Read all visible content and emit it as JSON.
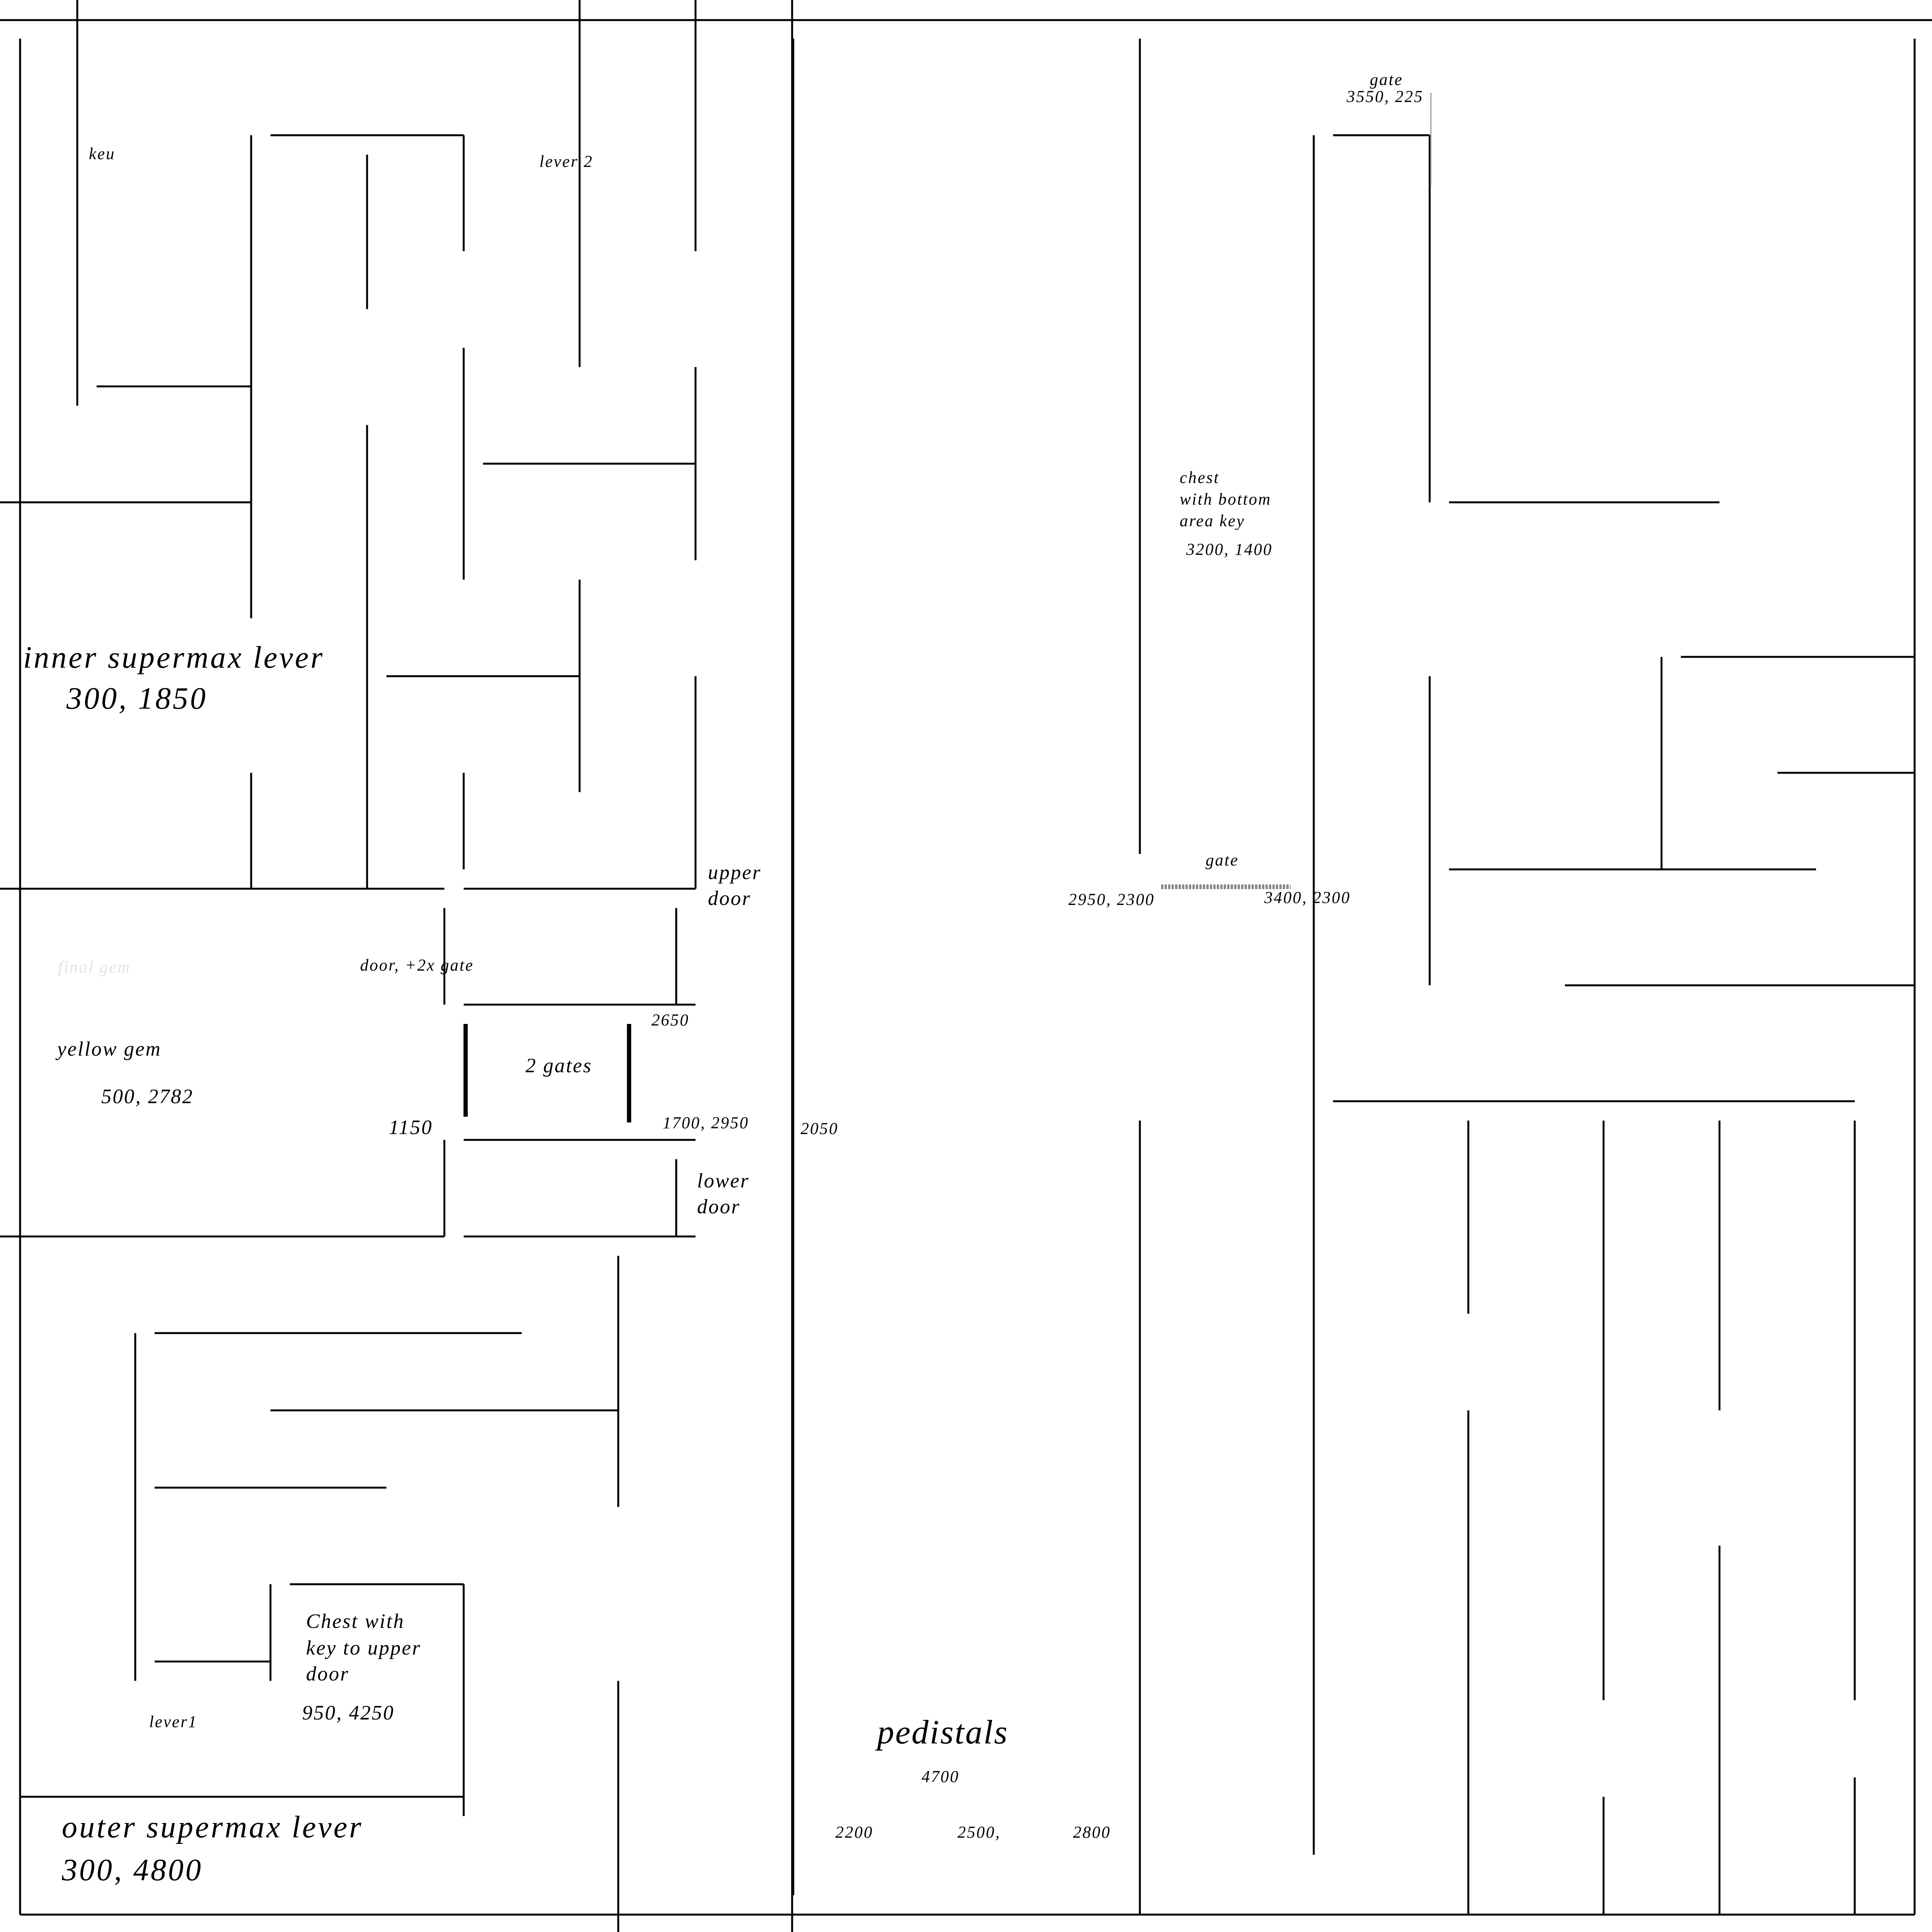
{
  "labels": {
    "keu": "keu",
    "lever2": "lever 2",
    "inner_lever_title": "inner supermax lever",
    "inner_lever_coords": "300, 1850",
    "final_gem": "final gem",
    "yellow_gem": "yellow gem",
    "yellow_gem_coords": "500, 2782",
    "door_gate": "door, +2x gate",
    "upper_door_line1": "upper",
    "upper_door_line2": "door",
    "lower_door_line1": "lower",
    "lower_door_line2": "door",
    "two_gates": "2 gates",
    "y_2650": "2650",
    "coords_1700_2950": "1700, 2950",
    "y_1150": "1150",
    "x_2050": "2050",
    "chest_upper_line1": "Chest with",
    "chest_upper_line2": "key to upper",
    "chest_upper_line3": "door",
    "chest_upper_coords": "950, 4250",
    "lever1": "lever1",
    "outer_lever_title": "outer supermax lever",
    "outer_lever_coords": "300, 4800",
    "pedistals": "pedistals",
    "pedistals_y": "4700",
    "pedistal_x1": "2200",
    "pedistal_x2": "2500,",
    "pedistal_x3": "2800",
    "gate_top": "gate",
    "gate_top_coords": "3550, 225",
    "chest_bottom_line1": "chest",
    "chest_bottom_line2": "with bottom",
    "chest_bottom_line3": "area key",
    "chest_bottom_coords": "3200, 1400",
    "gate_mid": "gate",
    "gate_mid_left_coords": "2950, 2300",
    "gate_mid_right_coords": "3400, 2300"
  }
}
